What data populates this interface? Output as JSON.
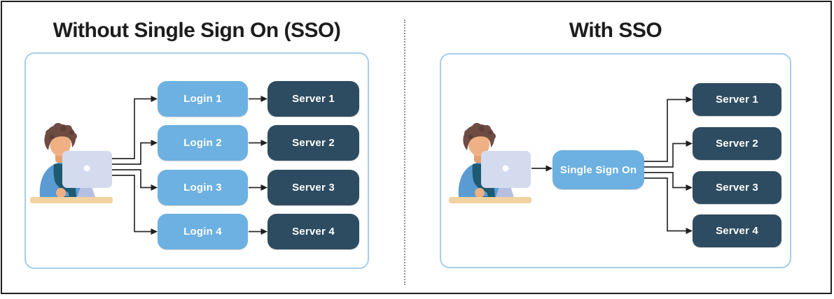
{
  "left_panel": {
    "title": "Without Single Sign On (SSO)",
    "login_boxes": [
      "Login 1",
      "Login 2",
      "Login 3",
      "Login 4"
    ],
    "server_boxes": [
      "Server 1",
      "Server 2",
      "Server 3",
      "Server 4"
    ],
    "user_icon": "user-at-computer"
  },
  "right_panel": {
    "title": "With SSO",
    "sso_box": "Single Sign On",
    "server_boxes": [
      "Server 1",
      "Server 2",
      "Server 3",
      "Server 4"
    ],
    "user_icon": "user-at-computer"
  },
  "colors": {
    "login_sso_blue": "#6cb1e1",
    "server_navy": "#2e4c61",
    "panel_border_blue": "#a5cdeb",
    "connector_black": "#2a2a2a",
    "divider_gray": "#8f8f8f",
    "title_black": "#1d1d1d",
    "box_text_white": "#ffffff"
  }
}
